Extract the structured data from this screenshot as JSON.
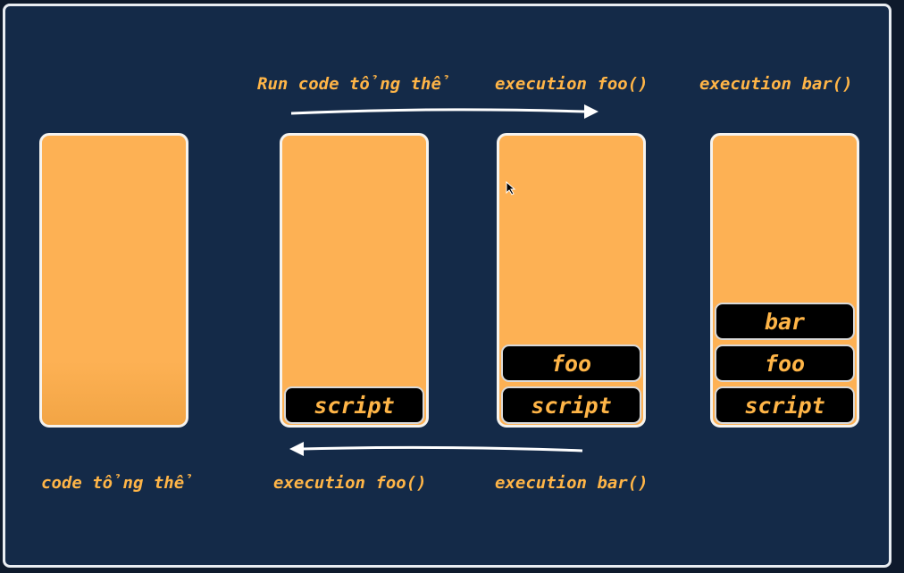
{
  "top_labels": {
    "run": "Run code tổng thể",
    "foo": "execution foo()",
    "bar": "execution bar()"
  },
  "bottom_labels": {
    "code": "code tổng thể",
    "foo": "execution foo()",
    "bar": "execution bar()"
  },
  "stacks": [
    {
      "frames": []
    },
    {
      "frames": [
        "script"
      ]
    },
    {
      "frames": [
        "script",
        "foo"
      ]
    },
    {
      "frames": [
        "script",
        "foo",
        "bar"
      ]
    }
  ],
  "colors": {
    "background": "#142a48",
    "stack": "#fdb154",
    "frame": "#000000",
    "text": "#ffb547",
    "arrow": "#ffffff"
  }
}
